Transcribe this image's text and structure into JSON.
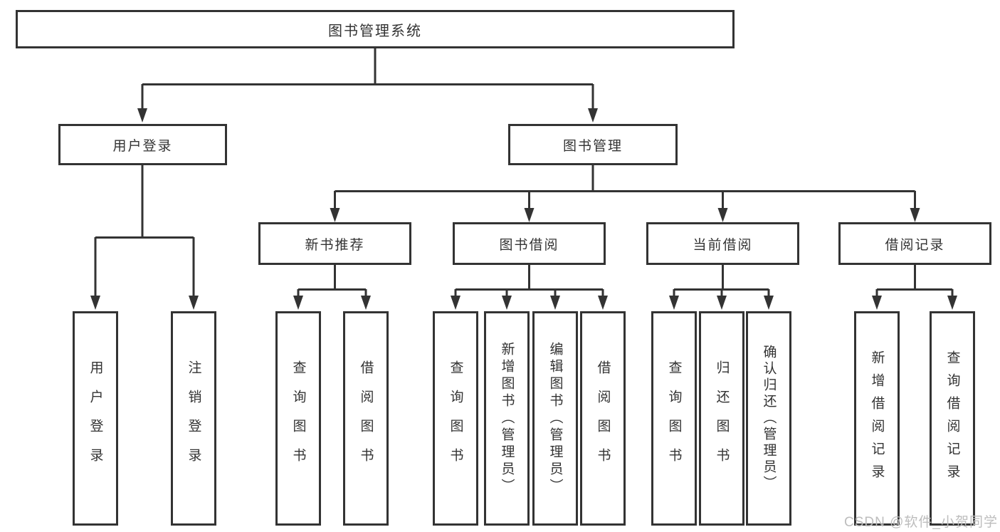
{
  "diagram": {
    "root": {
      "label": "图书管理系统"
    },
    "level2": [
      {
        "id": "user-login",
        "label": "用户登录"
      },
      {
        "id": "book-management",
        "label": "图书管理"
      }
    ],
    "level3": [
      {
        "id": "new-book-recommend",
        "label": "新书推荐"
      },
      {
        "id": "book-borrow",
        "label": "图书借阅"
      },
      {
        "id": "current-borrow",
        "label": "当前借阅"
      },
      {
        "id": "borrow-records",
        "label": "借阅记录"
      }
    ],
    "leaves": [
      {
        "id": "leaf-user-login",
        "parent": "user-login",
        "label": "用户登录"
      },
      {
        "id": "leaf-logout",
        "parent": "user-login",
        "label": "注销登录"
      },
      {
        "id": "leaf-query-book-1",
        "parent": "new-book-recommend",
        "label": "查询图书"
      },
      {
        "id": "leaf-borrow-book-1",
        "parent": "new-book-recommend",
        "label": "借阅图书"
      },
      {
        "id": "leaf-query-book-2",
        "parent": "book-borrow",
        "label": "查询图书"
      },
      {
        "id": "leaf-add-book-admin",
        "parent": "book-borrow",
        "label": "新增图书（管理员）"
      },
      {
        "id": "leaf-edit-book-admin",
        "parent": "book-borrow",
        "label": "编辑图书（管理员）"
      },
      {
        "id": "leaf-borrow-book-2",
        "parent": "book-borrow",
        "label": "借阅图书"
      },
      {
        "id": "leaf-query-book-3",
        "parent": "current-borrow",
        "label": "查询图书"
      },
      {
        "id": "leaf-return-book",
        "parent": "current-borrow",
        "label": "归还图书"
      },
      {
        "id": "leaf-confirm-return-admin",
        "parent": "current-borrow",
        "label": "确认归还（管理员）"
      },
      {
        "id": "leaf-add-borrow-record",
        "parent": "borrow-records",
        "label": "新增借阅记录"
      },
      {
        "id": "leaf-query-borrow-record",
        "parent": "borrow-records",
        "label": "查询借阅记录"
      }
    ],
    "watermark": "CSDN @软件_小贺同学",
    "colors": {
      "line": "#333333",
      "box_border": "#333333",
      "box_background": "#ffffff",
      "text": "#333333",
      "watermark": "#bdbdbd",
      "background": "#ffffff"
    }
  }
}
